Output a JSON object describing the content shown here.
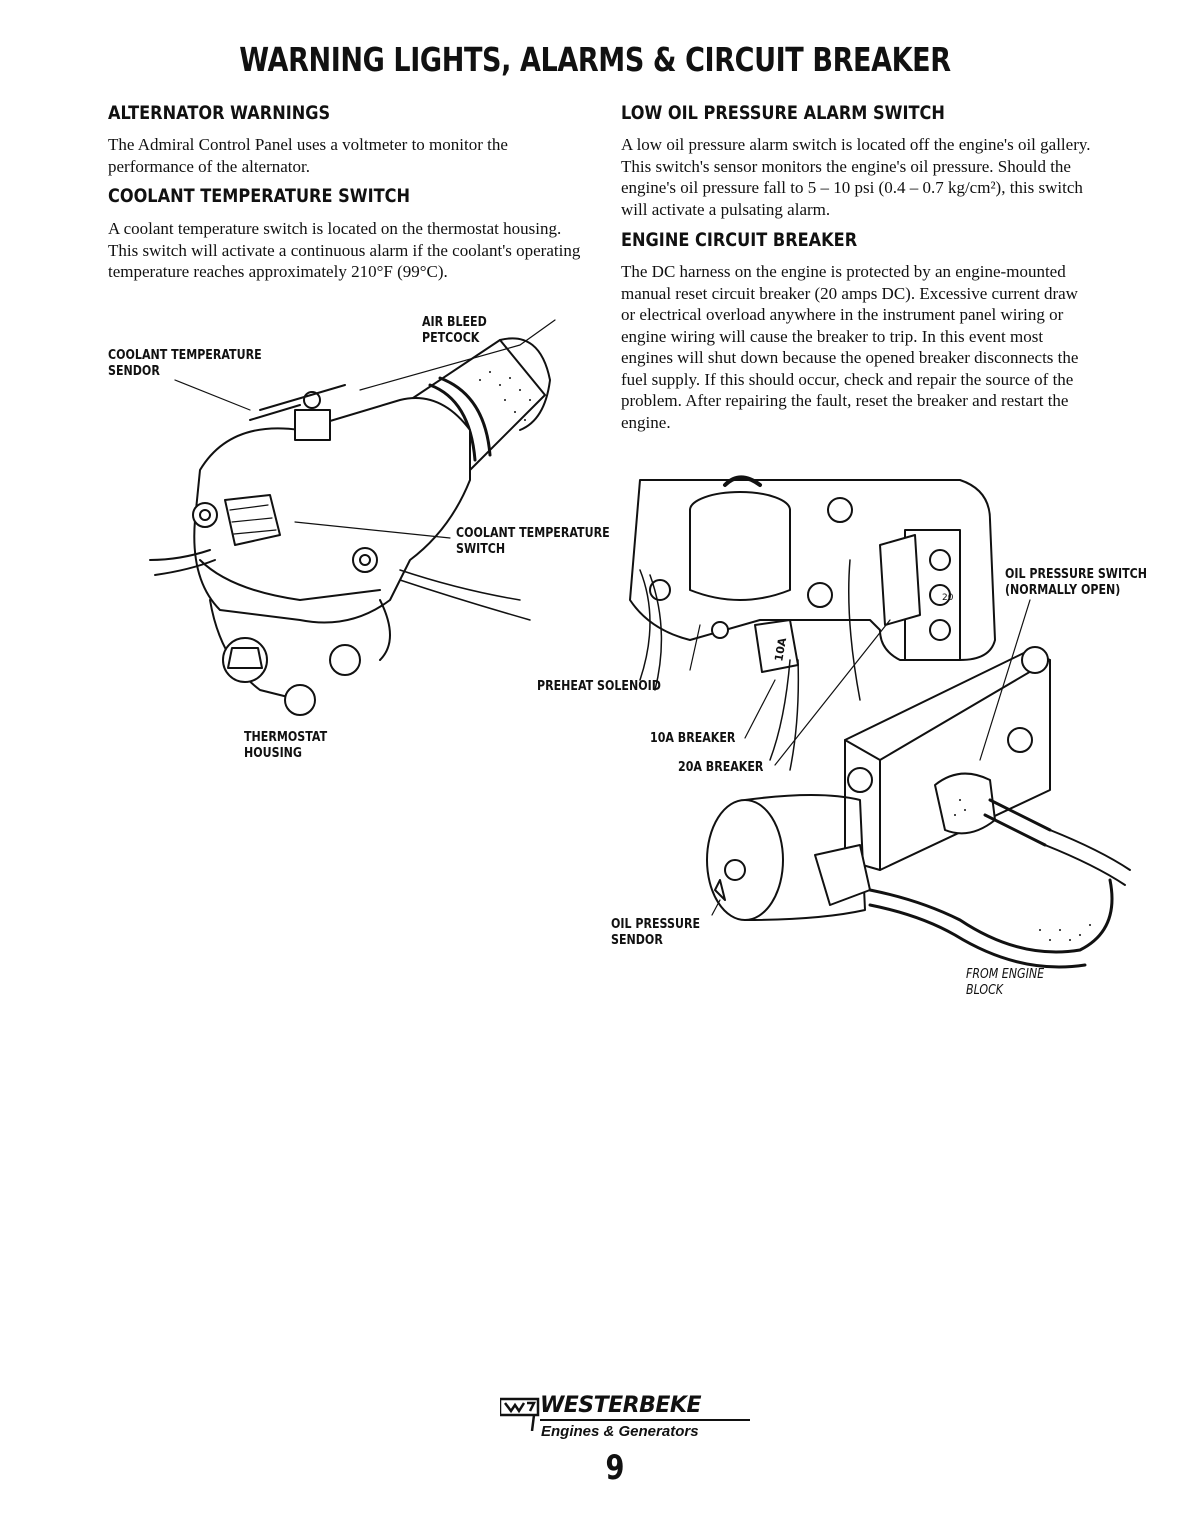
{
  "page_title": "WARNING LIGHTS, ALARMS & CIRCUIT BREAKER",
  "sections": {
    "alternator": {
      "heading": "ALTERNATOR WARNINGS",
      "body": "The Admiral Control Panel uses a voltmeter to monitor the performance of the alternator."
    },
    "coolant": {
      "heading": "COOLANT TEMPERATURE SWITCH",
      "body": "A coolant temperature switch is located on the thermostat housing. This switch will activate a continuous alarm if the coolant's operating temperature reaches approximately 210°F (99°C)."
    },
    "low_oil": {
      "heading": "LOW OIL PRESSURE ALARM SWITCH",
      "body": "A low oil pressure alarm switch is located off the engine's oil gallery. This switch's sensor monitors the engine's oil pressure. Should the engine's oil pressure fall to 5 – 10 psi (0.4 – 0.7 kg/cm²), this switch will activate a pulsating alarm."
    },
    "breaker": {
      "heading": "ENGINE CIRCUIT BREAKER",
      "body": "The DC harness on the engine is protected by an engine-mounted manual reset circuit breaker (20 amps DC). Excessive current draw or electrical overload anywhere in the instrument panel wiring or engine wiring will cause the breaker to trip. In this event most engines will shut down because the opened breaker disconnects the fuel supply. If this should occur, check and repair the source of the problem. After repairing the fault, reset the breaker and restart the engine."
    }
  },
  "figure_left_labels": {
    "air_bleed": "AIR BLEED\nPETCOCK",
    "coolant_sendor": "COOLANT TEMPERATURE\nSENDOR",
    "coolant_switch": "COOLANT TEMPERATURE\nSWITCH",
    "thermostat": "THERMOSTAT\nHOUSING"
  },
  "figure_right_labels": {
    "oil_switch": "OIL PRESSURE SWITCH\n(NORMALLY OPEN)",
    "preheat": "PREHEAT SOLENOID",
    "breaker_10a": "10A BREAKER",
    "breaker_20a": "20A BREAKER",
    "oil_sendor": "OIL PRESSURE\nSENDOR",
    "from_block": "FROM ENGINE\nBLOCK",
    "tag_10a": "10A",
    "tag_20": "20"
  },
  "footer": {
    "brand": "WESTERBEKE",
    "tagline": "Engines & Generators",
    "page_number": "9"
  }
}
